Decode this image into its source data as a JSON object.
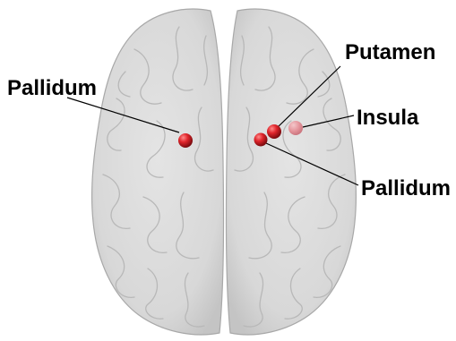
{
  "diagram": {
    "view": "brain-axial-top-view",
    "marker_color": "#e0252b",
    "faded_marker_color": "#e48a92",
    "brain_fill": "#dcdcdc",
    "labels": {
      "pallidum_left": "Pallidum",
      "putamen": "Putamen",
      "insula": "Insula",
      "pallidum_right": "Pallidum"
    }
  }
}
